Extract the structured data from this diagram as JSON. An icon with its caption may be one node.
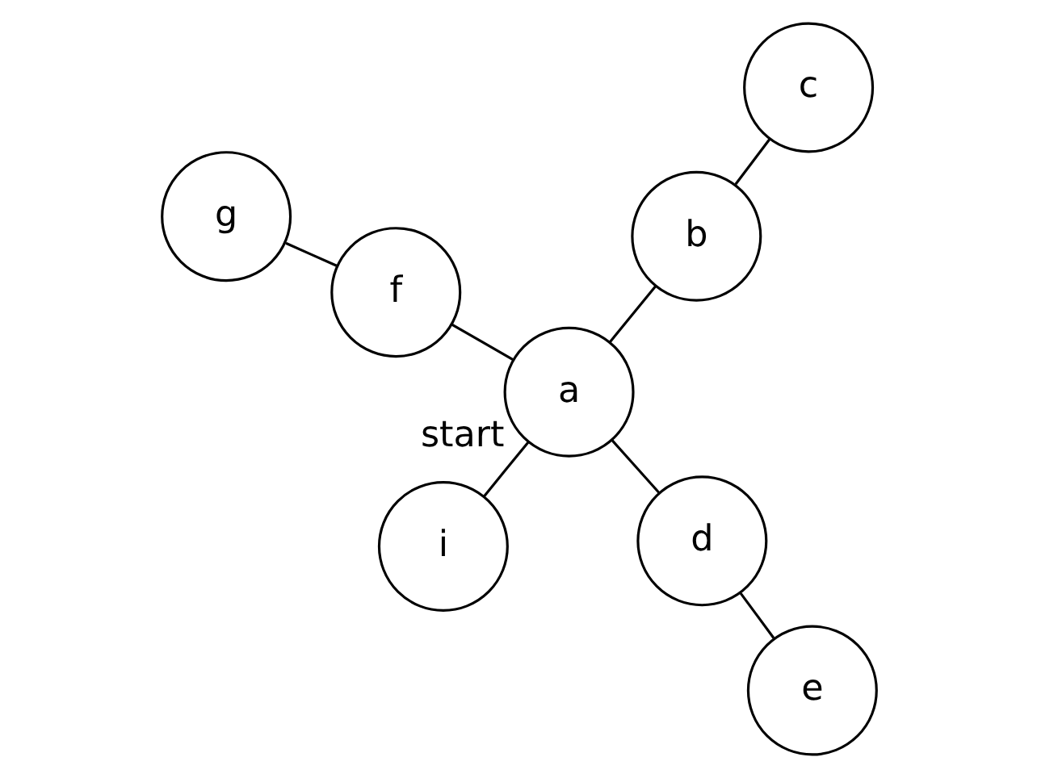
{
  "diagram": {
    "nodes": [
      {
        "text": [
          "i"
        ]
      },
      {
        "text": [
          "a"
        ],
        "beside": [
          "start"
        ]
      },
      {
        "text": [
          "f"
        ]
      },
      {
        "text": [
          "g"
        ]
      },
      {
        "text": [
          "b"
        ]
      },
      {
        "text": [
          "c"
        ]
      },
      {
        "text": [
          "d"
        ]
      },
      {
        "text": [
          "e"
        ]
      }
    ],
    "edges": [
      {
        "from": 0,
        "to": 1,
        "arrow": "none"
      },
      {
        "from": 1,
        "to": 2,
        "arrow": "none"
      },
      {
        "from": 2,
        "to": 3,
        "arrow": "none"
      },
      {
        "from": 1,
        "to": 4,
        "arrow": "none"
      },
      {
        "from": 4,
        "to": 5,
        "arrow": "none"
      },
      {
        "from": 1,
        "to": 6,
        "arrow": "none"
      },
      {
        "from": 6,
        "to": 7,
        "arrow": "none"
      }
    ]
  }
}
